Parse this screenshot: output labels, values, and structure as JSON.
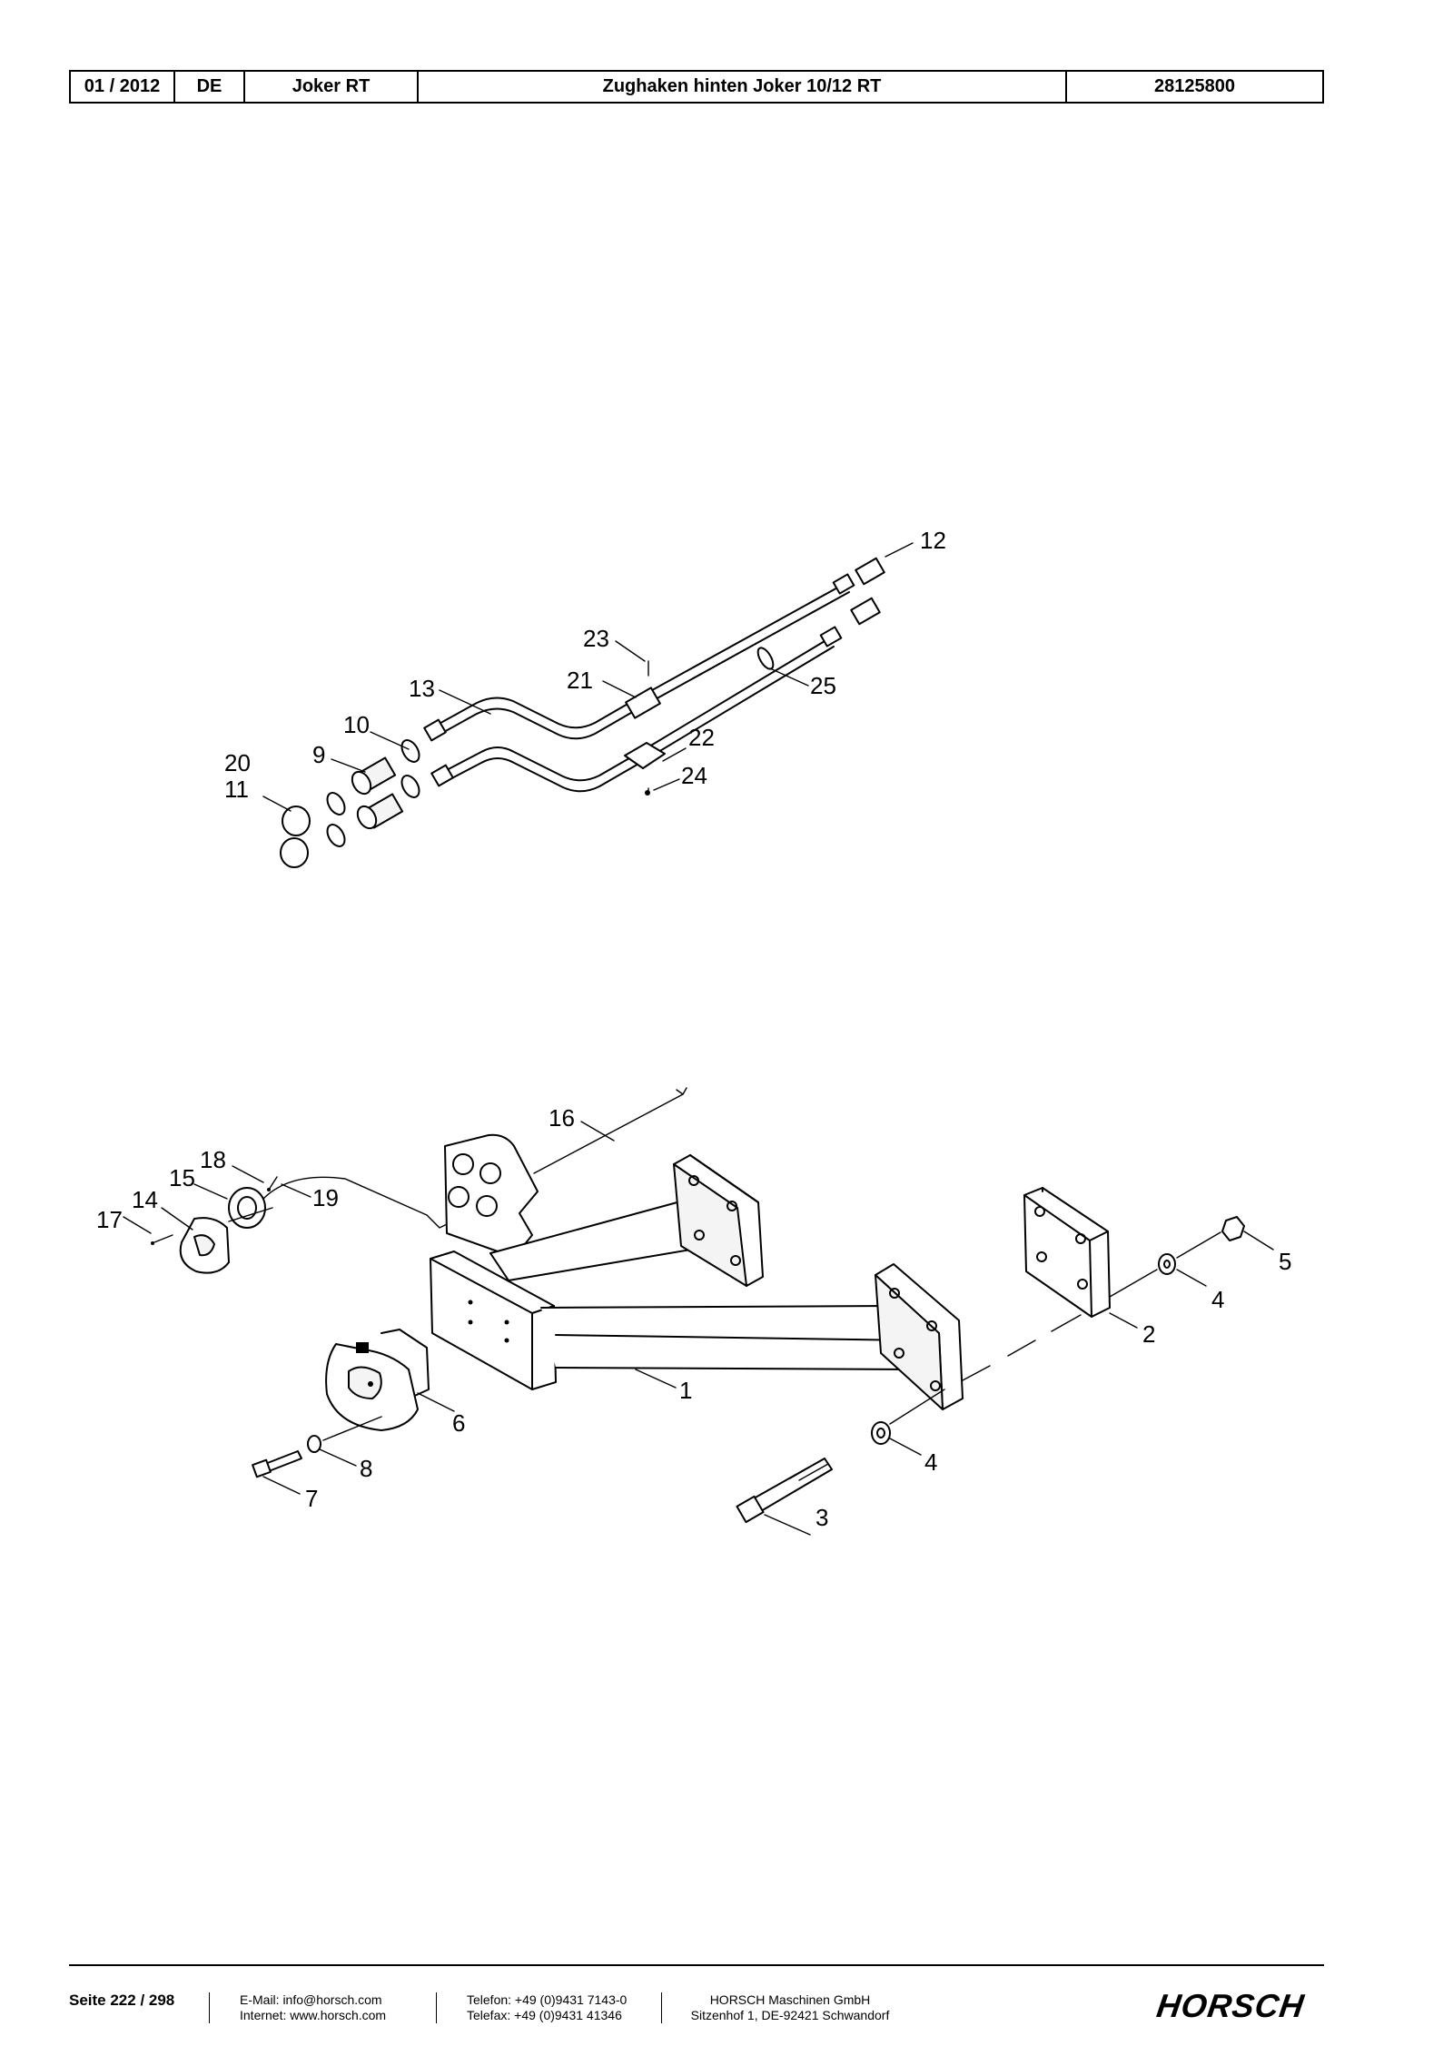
{
  "header": {
    "date": "01 / 2012",
    "lang": "DE",
    "model": "Joker RT",
    "title": "Zughaken hinten Joker 10/12 RT",
    "number": "28125800"
  },
  "diagram_top": {
    "labels": [
      "12",
      "23",
      "21",
      "25",
      "13",
      "10",
      "9",
      "20",
      "11",
      "22",
      "24"
    ]
  },
  "diagram_bottom": {
    "labels": [
      "16",
      "18",
      "15",
      "19",
      "14",
      "17",
      "5",
      "4",
      "2",
      "1",
      "6",
      "8",
      "7",
      "4",
      "3"
    ]
  },
  "footer": {
    "page": "Seite 222 / 298",
    "email": "E-Mail: info@horsch.com",
    "internet": "Internet: www.horsch.com",
    "phone": "Telefon: +49 (0)9431 7143-0",
    "fax": "Telefax: +49 (0)9431 41346",
    "company": "HORSCH Maschinen GmbH",
    "address": "Sitzenhof 1, DE-92421 Schwandorf",
    "logo": "HORSCH"
  }
}
